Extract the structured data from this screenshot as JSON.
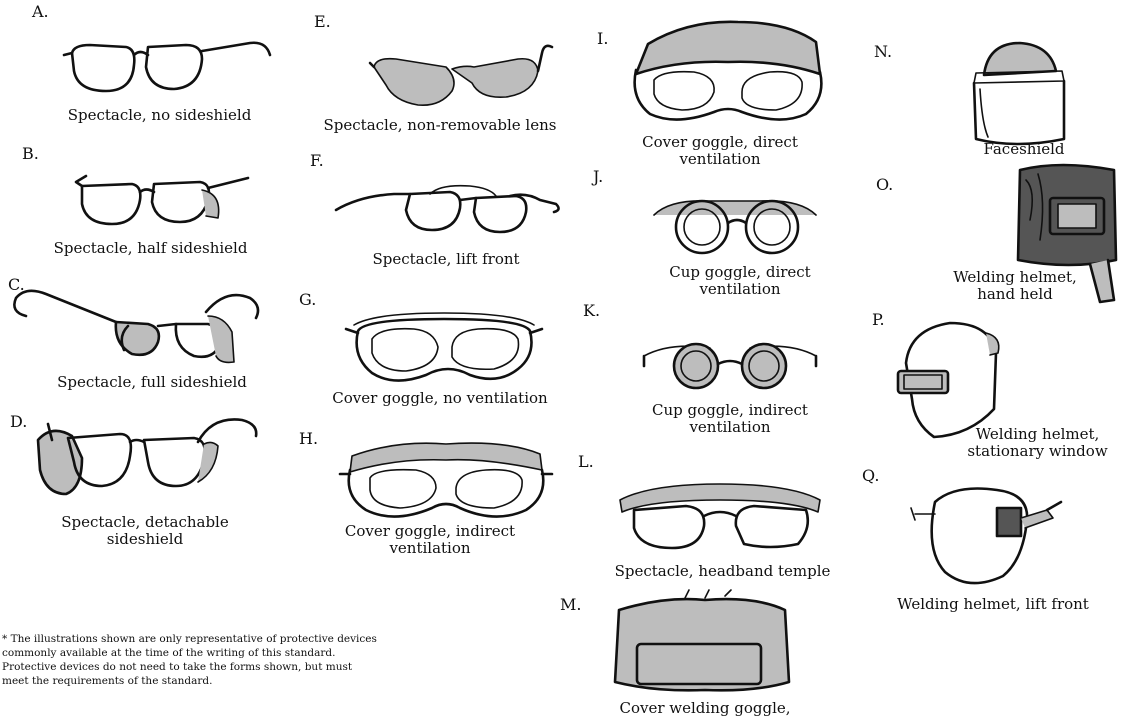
{
  "figures": [
    {
      "letter": "A.",
      "caption": "Spectacle, no sideshield"
    },
    {
      "letter": "B.",
      "caption": "Spectacle, half sideshield"
    },
    {
      "letter": "C.",
      "caption": "Spectacle, full sideshield"
    },
    {
      "letter": "D.",
      "caption": "Spectacle, detachable\nsideshield"
    },
    {
      "letter": "E.",
      "caption": "Spectacle, non-removable lens"
    },
    {
      "letter": "F.",
      "caption": "Spectacle, lift front"
    },
    {
      "letter": "G.",
      "caption": "Cover goggle, no ventilation"
    },
    {
      "letter": "H.",
      "caption": "Cover goggle, indirect\nventilation"
    },
    {
      "letter": "I.",
      "caption": "Cover goggle, direct\nventilation"
    },
    {
      "letter": "J.",
      "caption": "Cup goggle, direct\nventilation"
    },
    {
      "letter": "K.",
      "caption": "Cup goggle, indirect\nventilation"
    },
    {
      "letter": "L.",
      "caption": "Spectacle, headband temple"
    },
    {
      "letter": "M.",
      "caption": "Cover welding goggle,"
    },
    {
      "letter": "N.",
      "caption": "Faceshield"
    },
    {
      "letter": "O.",
      "caption": "Welding helmet,\nhand held"
    },
    {
      "letter": "P.",
      "caption": "Welding helmet,\nstationary window"
    },
    {
      "letter": "Q.",
      "caption": "Welding helmet, lift front"
    }
  ],
  "footnote": [
    "* The illustrations shown are only representative of protective devices",
    "commonly available at the time of the writing of this standard.",
    "Protective devices do not need to take the forms shown, but must",
    "meet the requirements of the standard."
  ]
}
